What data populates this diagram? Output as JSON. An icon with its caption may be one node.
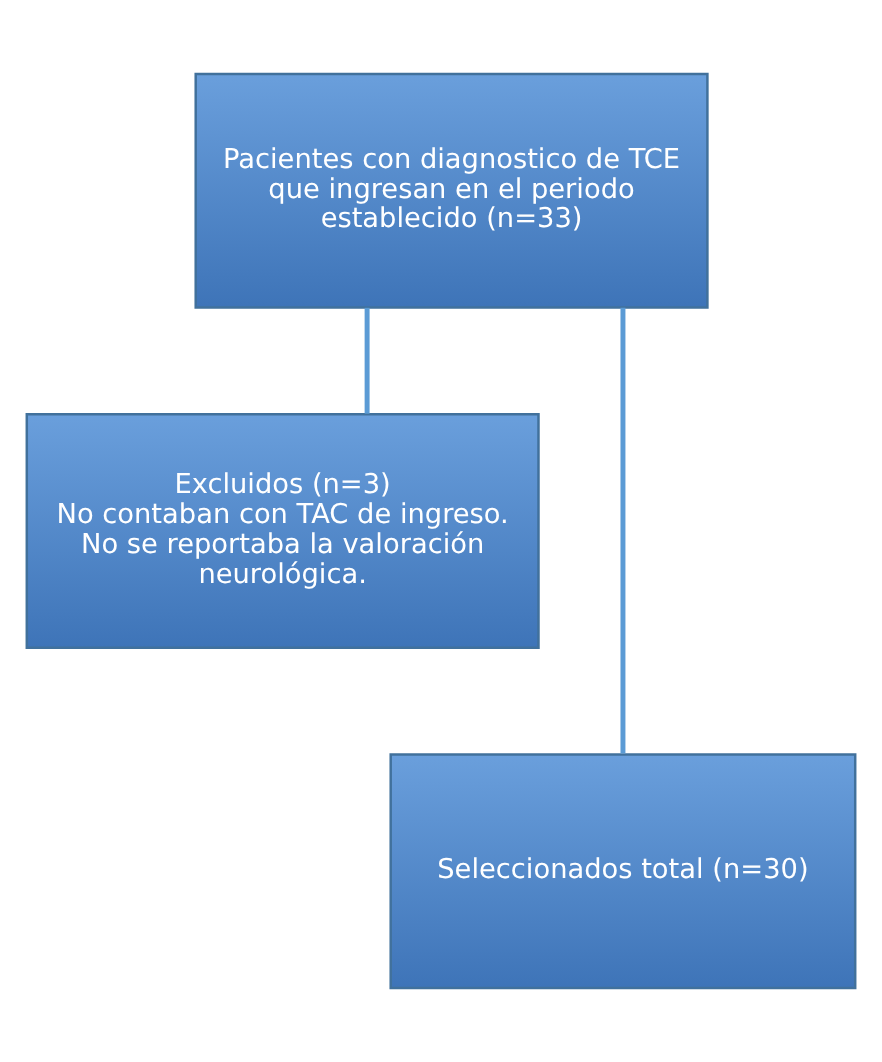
{
  "diagram": {
    "nodes": [
      {
        "text": [
          "Pacientes con diagnostico de TCE que ingresan en el periodo establecido (n=33)"
        ]
      },
      {
        "text": [
          "Excluidos (n=3)",
          "No contaban con TAC de ingreso.",
          "No se reportaba la valoración neurológica."
        ]
      },
      {
        "text": [
          "Seleccionados total (n=30)"
        ]
      }
    ],
    "edges": [
      {
        "from": 0,
        "to": 1,
        "arrow": "none"
      },
      {
        "from": 0,
        "to": 2,
        "arrow": "none"
      }
    ]
  }
}
